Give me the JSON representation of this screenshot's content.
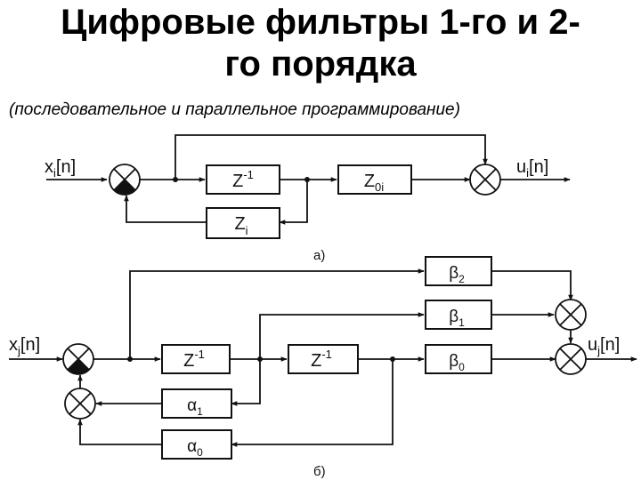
{
  "header": {
    "title_line1": "Цифровые фильтры 1-го и 2-",
    "title_line2": "го порядка",
    "subtitle": "(последовательное и параллельное программирование)"
  },
  "diagram_a": {
    "input": {
      "base": "x",
      "sub": "i",
      "rest": "[n]"
    },
    "output": {
      "base": "u",
      "sub": "i",
      "rest": "[n]"
    },
    "delay": {
      "base": "Z",
      "sup": "-1"
    },
    "z0": {
      "base": "Z",
      "sub": "0i"
    },
    "zi": {
      "base": "Z",
      "sub": "i"
    },
    "caption": "а)"
  },
  "diagram_b": {
    "input": {
      "base": "x",
      "sub": "j",
      "rest": "[n]"
    },
    "output": {
      "base": "u",
      "sub": "j",
      "rest": "[n]"
    },
    "delay1": {
      "base": "Z",
      "sup": "-1"
    },
    "delay2": {
      "base": "Z",
      "sup": "-1"
    },
    "beta2": {
      "base": "β",
      "sub": "2"
    },
    "beta1": {
      "base": "β",
      "sub": "1"
    },
    "beta0": {
      "base": "β",
      "sub": "0"
    },
    "alpha1": {
      "base": "α",
      "sub": "1"
    },
    "alpha0": {
      "base": "α",
      "sub": "0"
    },
    "caption": "б)"
  }
}
